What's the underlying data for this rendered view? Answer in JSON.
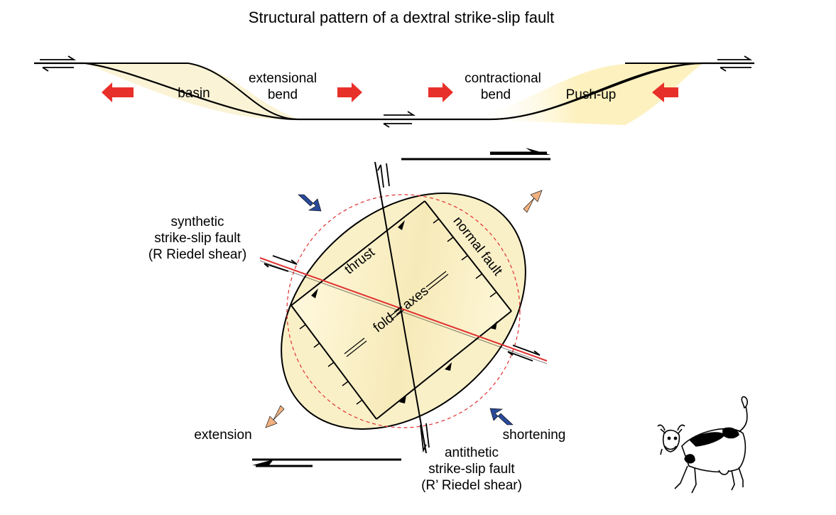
{
  "title": "Structural pattern of a dextral strike-slip fault",
  "labels": {
    "basin": "basin",
    "extensional": "extensional",
    "bend_ext": "bend",
    "contractional": "contractional",
    "bend_con": "bend",
    "pushup": "Push-up",
    "synthetic_1": "synthetic",
    "synthetic_2": "strike-slip fault",
    "synthetic_3": "(R Riedel shear)",
    "thrust": "thrust",
    "normal_fault": "normal fault",
    "fold_axes": "fold = axes",
    "extension": "extension",
    "shortening": "shortening",
    "antithetic_1": "antithetic",
    "antithetic_2": "strike-slip fault",
    "antithetic_3": "(R’ Riedel shear)"
  },
  "colors": {
    "stress_arrow_red": "#e8302a",
    "shortening_arrow_blue": "#2a4a9a",
    "extension_arrow_tan": "#f0b080",
    "basin_fill": "#fbf3d6",
    "pushup_fill": "#fdf2c4",
    "ellipse_fill": "#faf0c8",
    "riedel_line": "#e03030"
  }
}
